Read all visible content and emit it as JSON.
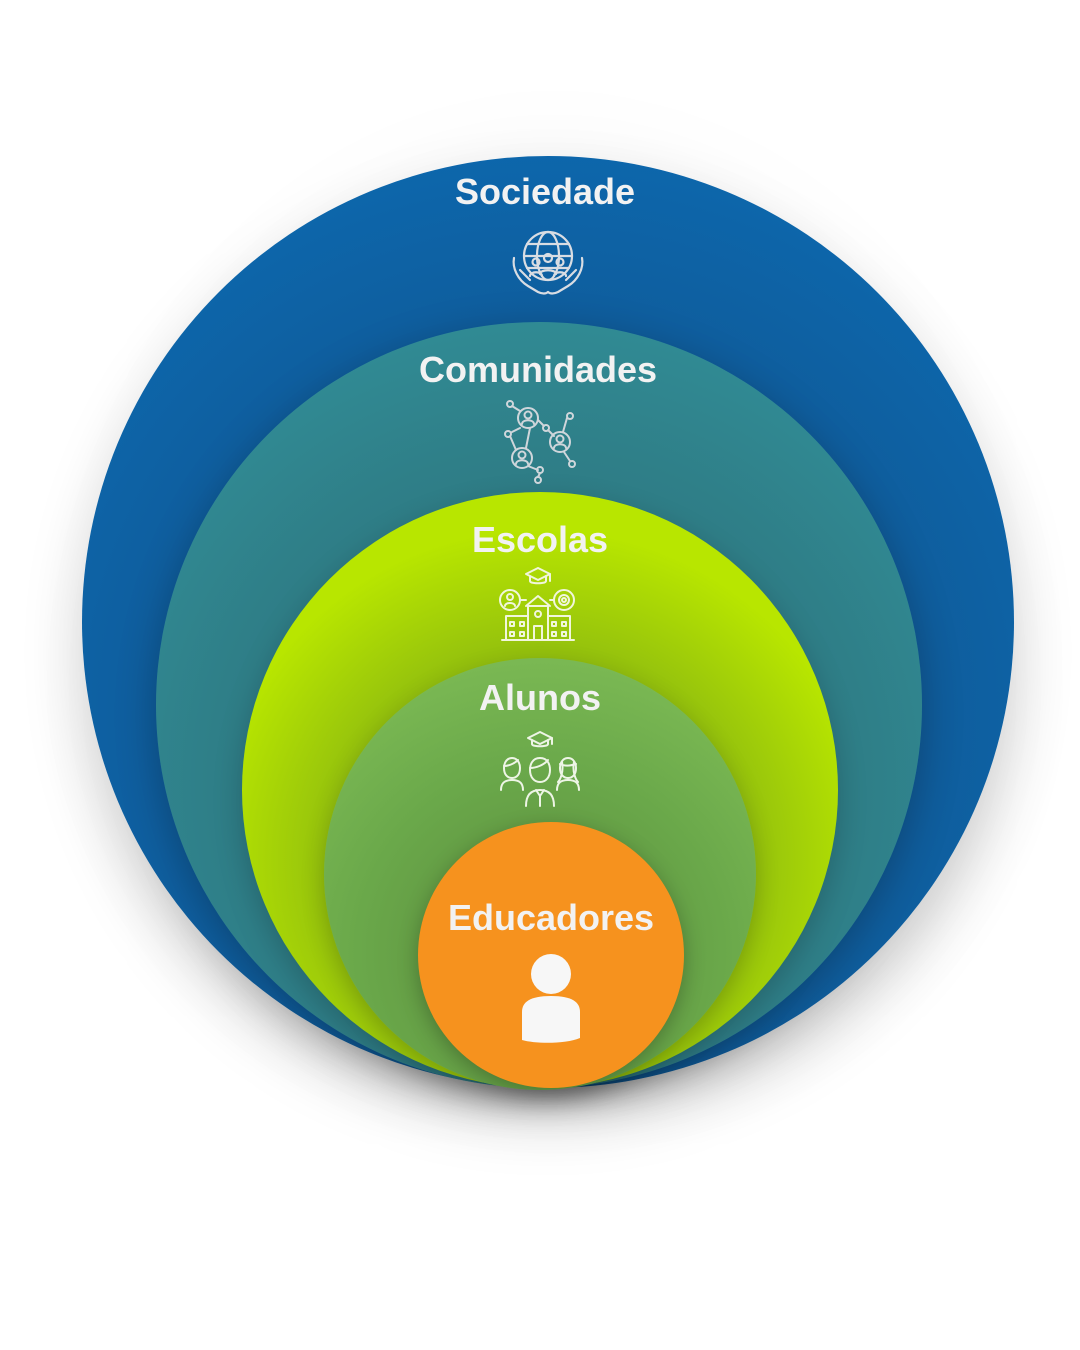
{
  "layers": [
    {
      "id": "sociedade",
      "label": "Sociedade",
      "icon": "globe-community-hands-icon",
      "color": "#0a6fb9"
    },
    {
      "id": "comunidades",
      "label": "Comunidades",
      "icon": "network-people-icon",
      "color": "#3296a0"
    },
    {
      "id": "escolas",
      "label": "Escolas",
      "icon": "school-building-icon",
      "color": "#b8e600"
    },
    {
      "id": "alunos",
      "label": "Alunos",
      "icon": "students-group-icon",
      "color": "#7ab853"
    },
    {
      "id": "educadores",
      "label": "Educadores",
      "icon": "person-icon",
      "color": "#f6921e"
    }
  ]
}
